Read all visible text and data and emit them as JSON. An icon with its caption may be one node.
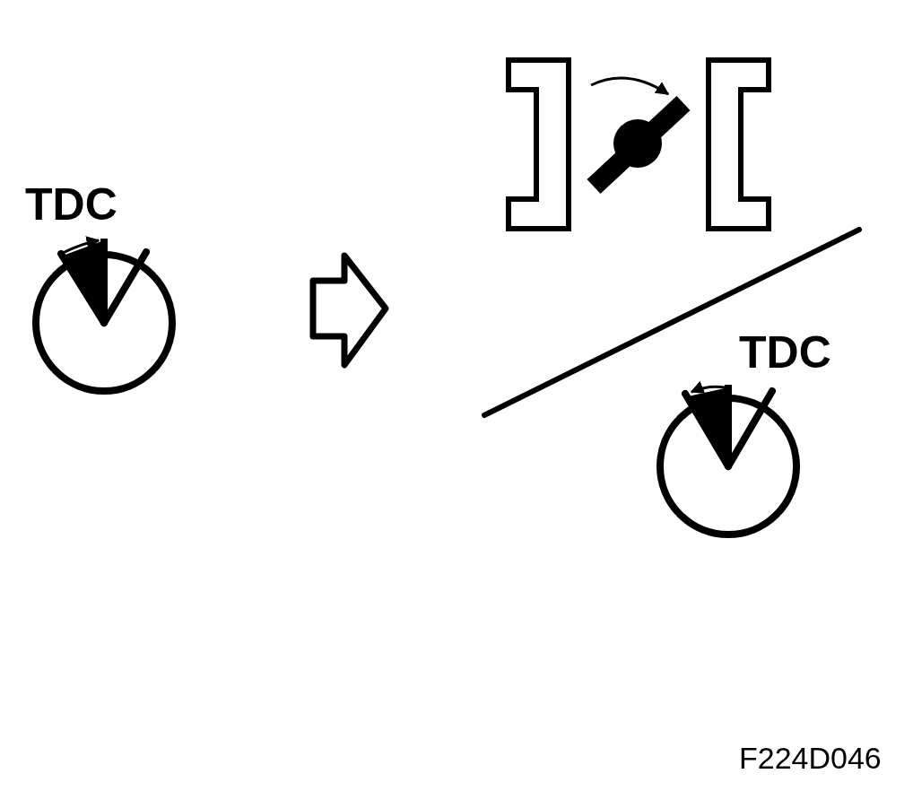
{
  "diagram": {
    "labels": [
      "TDC",
      "TDC",
      "F224D046"
    ]
  }
}
